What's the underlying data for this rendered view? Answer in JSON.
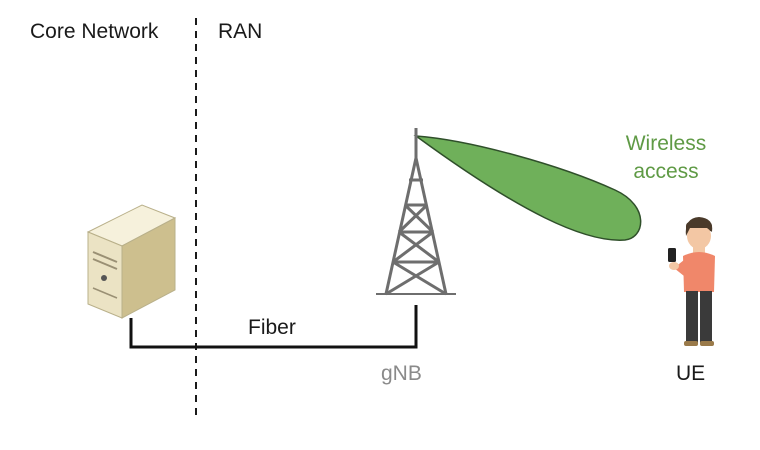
{
  "labels": {
    "core_network": "Core Network",
    "ran": "RAN",
    "fiber": "Fiber",
    "gnb": "gNB",
    "ue": "UE",
    "wireless_access": "Wireless access"
  },
  "colors": {
    "beam_fill": "#6fb05a",
    "beam_stroke": "#2f4f2a",
    "wireless_text": "#5f9a45",
    "tower": "#6e6e6e",
    "server_body": "#e8e0c0",
    "person_shirt": "#f0876a"
  },
  "icons": [
    "server-icon",
    "cell-tower-icon",
    "beam-shape",
    "person-with-phone-icon"
  ]
}
